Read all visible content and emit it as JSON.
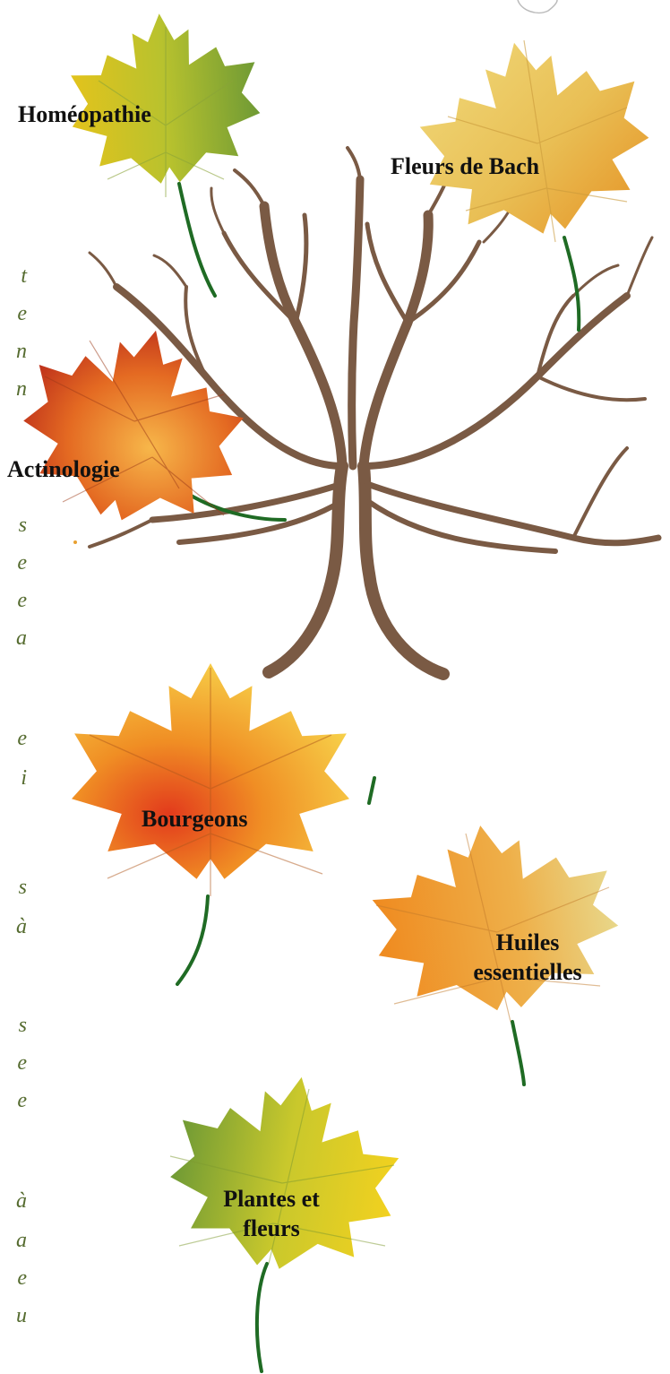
{
  "leaves": [
    {
      "id": "homeopathie",
      "label": "Homéopathie",
      "lines": [
        "Homéopathie"
      ]
    },
    {
      "id": "fleurs-de-bach",
      "label": "Fleurs de Bach",
      "lines": [
        "Fleurs de Bach"
      ]
    },
    {
      "id": "actinologie",
      "label": "Actinologie",
      "lines": [
        "Actinologie"
      ]
    },
    {
      "id": "bourgeons",
      "label": "Bourgeons",
      "lines": [
        "Bourgeons"
      ]
    },
    {
      "id": "huiles-essentielles",
      "label": "Huiles essentielles",
      "lines": [
        "Huiles",
        "essentielles"
      ]
    },
    {
      "id": "plantes-et-fleurs",
      "label": "Plantes et fleurs",
      "lines": [
        "Plantes et",
        "fleurs"
      ]
    }
  ],
  "side_text_fragments": [
    "t",
    "e",
    "n",
    "n",
    "s",
    "e",
    "e",
    "a",
    "e",
    "i",
    "s",
    "à",
    "s",
    "e",
    "e",
    "à",
    "a",
    "e",
    "u"
  ],
  "colors": {
    "branch": "#7a5a44",
    "stem": "#1f6b24",
    "side_text": "#556b2f",
    "label": "#111111"
  }
}
